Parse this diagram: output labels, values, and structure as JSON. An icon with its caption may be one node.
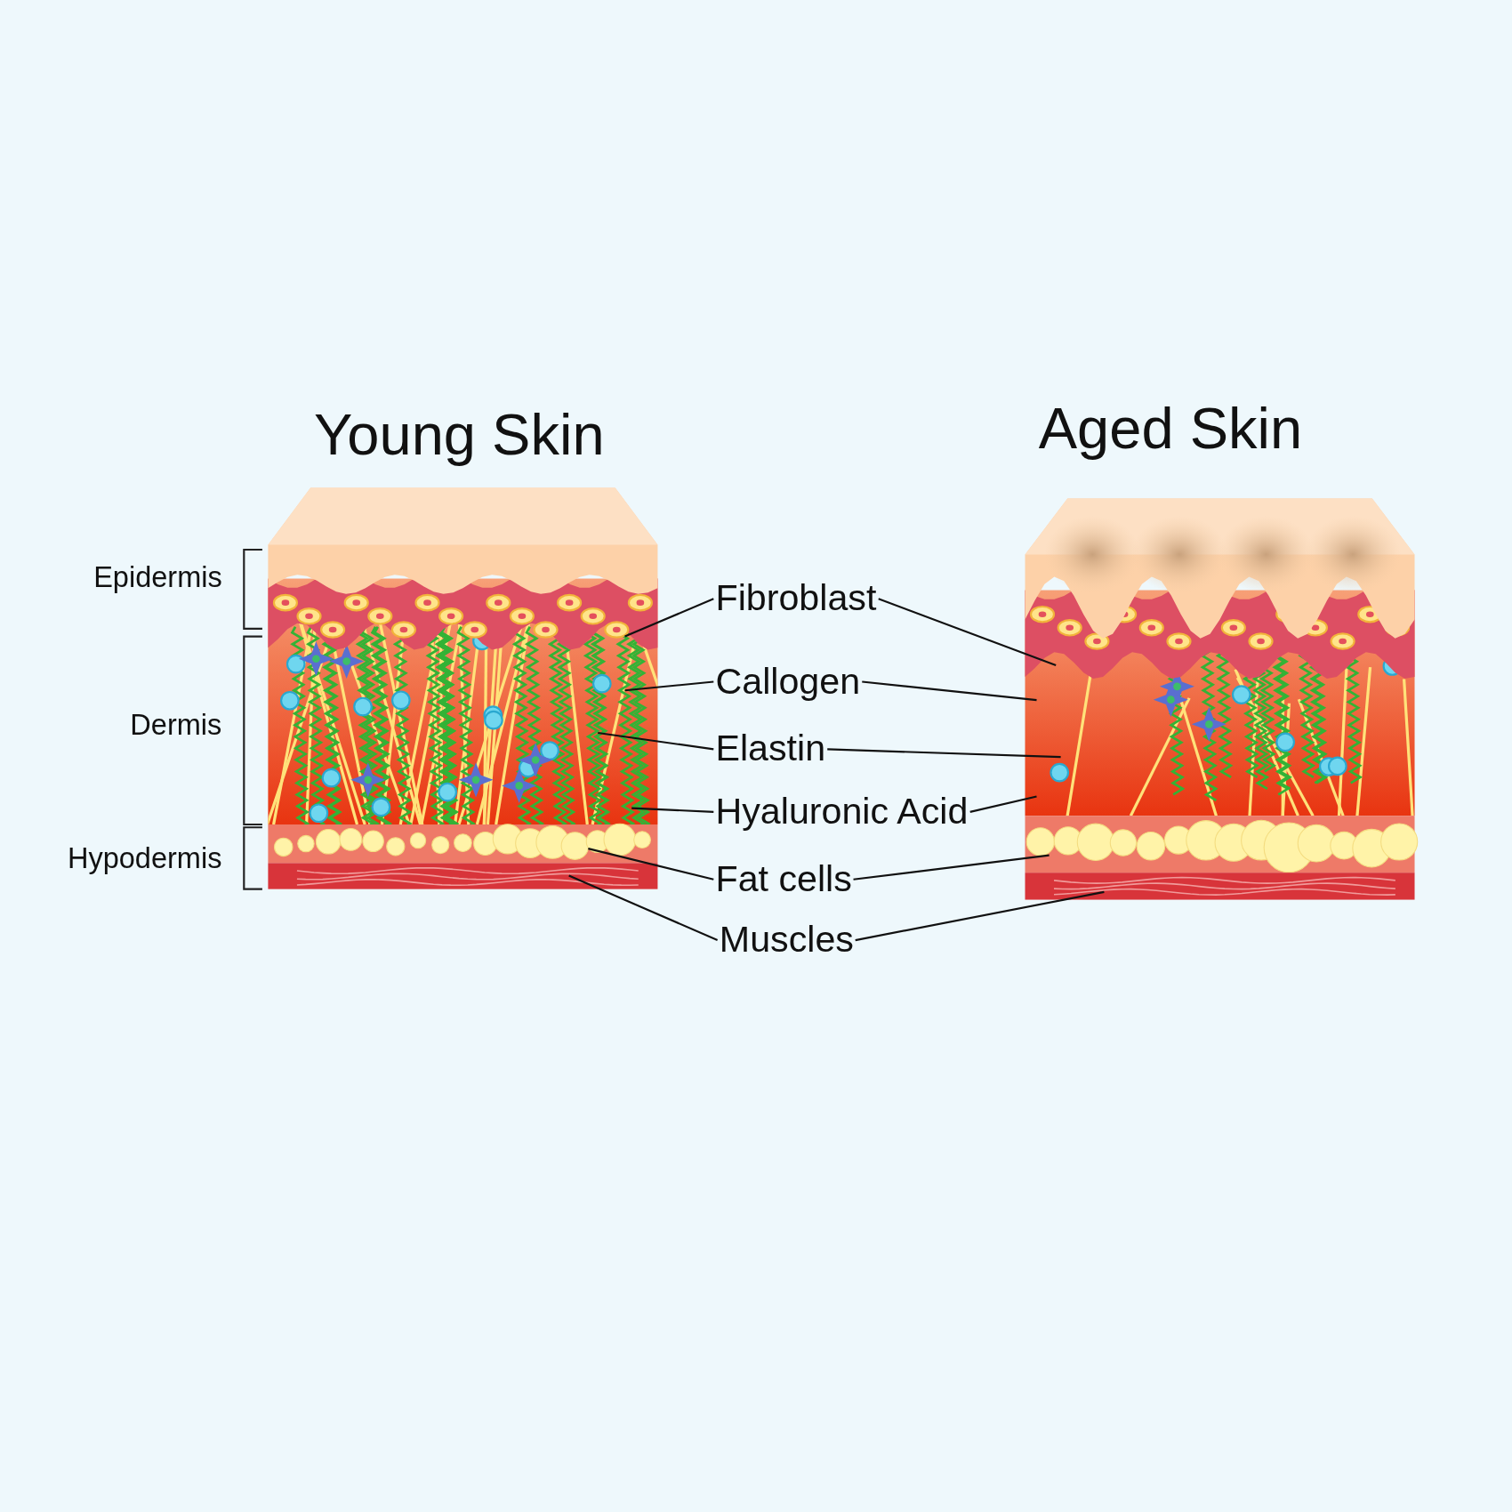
{
  "diagram": {
    "nodes": [
      {
        "text": [
          "Fibroblast"
        ]
      },
      {
        "text": [
          "Callogen"
        ]
      },
      {
        "text": [
          "Elastin"
        ]
      },
      {
        "text": [
          "Hyaluronic Acid"
        ]
      },
      {
        "text": [
          "Fat cells"
        ]
      },
      {
        "text": [
          "Muscles"
        ]
      }
    ],
    "edges": [
      {
        "from": 0,
        "to": null,
        "arrow": "none"
      },
      {
        "from": 0,
        "to": null,
        "arrow": "none"
      },
      {
        "from": 1,
        "to": null,
        "arrow": "none"
      },
      {
        "from": 1,
        "to": null,
        "arrow": "none"
      },
      {
        "from": 2,
        "to": null,
        "arrow": "none"
      },
      {
        "from": 2,
        "to": null,
        "arrow": "none"
      },
      {
        "from": 3,
        "to": null,
        "arrow": "none"
      },
      {
        "from": 3,
        "to": null,
        "arrow": "none"
      },
      {
        "from": 4,
        "to": null,
        "arrow": "none"
      },
      {
        "from": 4,
        "to": null,
        "arrow": "none"
      },
      {
        "from": 5,
        "to": null,
        "arrow": "none"
      },
      {
        "from": 5,
        "to": null,
        "arrow": "none"
      }
    ],
    "labels": [
      "Young Skin",
      "Aged Skin",
      "Epidermis",
      "Dermis",
      "Hypodermis"
    ]
  }
}
